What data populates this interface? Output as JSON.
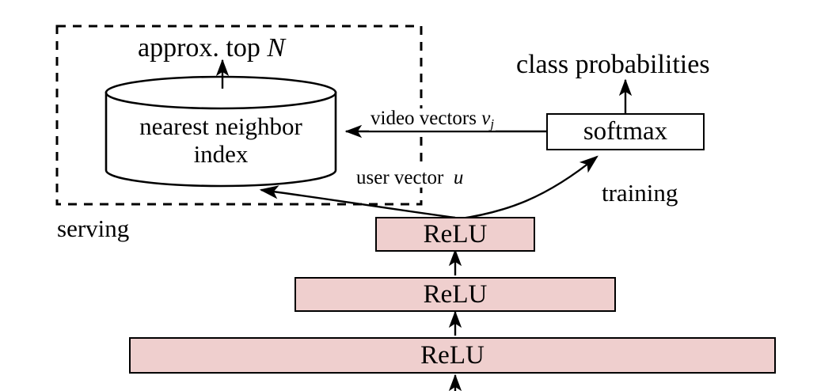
{
  "diagram": {
    "title": "Deep candidate generation model architecture",
    "colors": {
      "relu_fill": "#efcfce",
      "stroke": "#000000",
      "background": "#ffffff"
    },
    "regions": [
      {
        "name": "serving",
        "label": "serving",
        "style": "dashed-rectangle"
      }
    ],
    "nodes": {
      "nearest_neighbor_index": {
        "label_line1": "nearest neighbor",
        "label_line2": "index",
        "shape": "cylinder"
      },
      "softmax": {
        "label": "softmax",
        "shape": "rectangle"
      },
      "relu_top": {
        "label": "ReLU",
        "shape": "rectangle",
        "fill": "#efcfce"
      },
      "relu_middle": {
        "label": "ReLU",
        "shape": "rectangle",
        "fill": "#efcfce"
      },
      "relu_bottom": {
        "label": "ReLU",
        "shape": "rectangle",
        "fill": "#efcfce"
      }
    },
    "labels": {
      "approx_top_n_text": "approx. top ",
      "approx_top_n_var": "N",
      "class_probabilities": "class probabilities",
      "video_vectors_text": "video vectors ",
      "video_vectors_var": "v",
      "video_vectors_sub": "j",
      "user_vector_text": "user vector ",
      "user_vector_var": "u",
      "training": "training",
      "serving": "serving"
    },
    "edges": [
      {
        "name": "index-to-approx-top-n",
        "from": "nearest_neighbor_index",
        "to": "approx. top N",
        "style": "straight-arrow"
      },
      {
        "name": "softmax-to-class-probabilities",
        "from": "softmax",
        "to": "class probabilities",
        "style": "straight-arrow"
      },
      {
        "name": "softmax-to-index",
        "from": "softmax",
        "to": "nearest_neighbor_index",
        "label": "video vectors v_j",
        "style": "straight-arrow"
      },
      {
        "name": "relu-top-to-index",
        "from": "relu_top",
        "to": "nearest_neighbor_index",
        "label": "user vector u",
        "style": "curved-arrow"
      },
      {
        "name": "relu-top-to-softmax",
        "from": "relu_top",
        "to": "softmax",
        "label": "training",
        "style": "curved-arrow"
      },
      {
        "name": "relu-middle-to-relu-top",
        "from": "relu_middle",
        "to": "relu_top",
        "style": "straight-arrow"
      },
      {
        "name": "relu-bottom-to-relu-middle",
        "from": "relu_bottom",
        "to": "relu_middle",
        "style": "straight-arrow"
      },
      {
        "name": "input-to-relu-bottom",
        "from": "input",
        "to": "relu_bottom",
        "style": "straight-arrow"
      }
    ]
  }
}
